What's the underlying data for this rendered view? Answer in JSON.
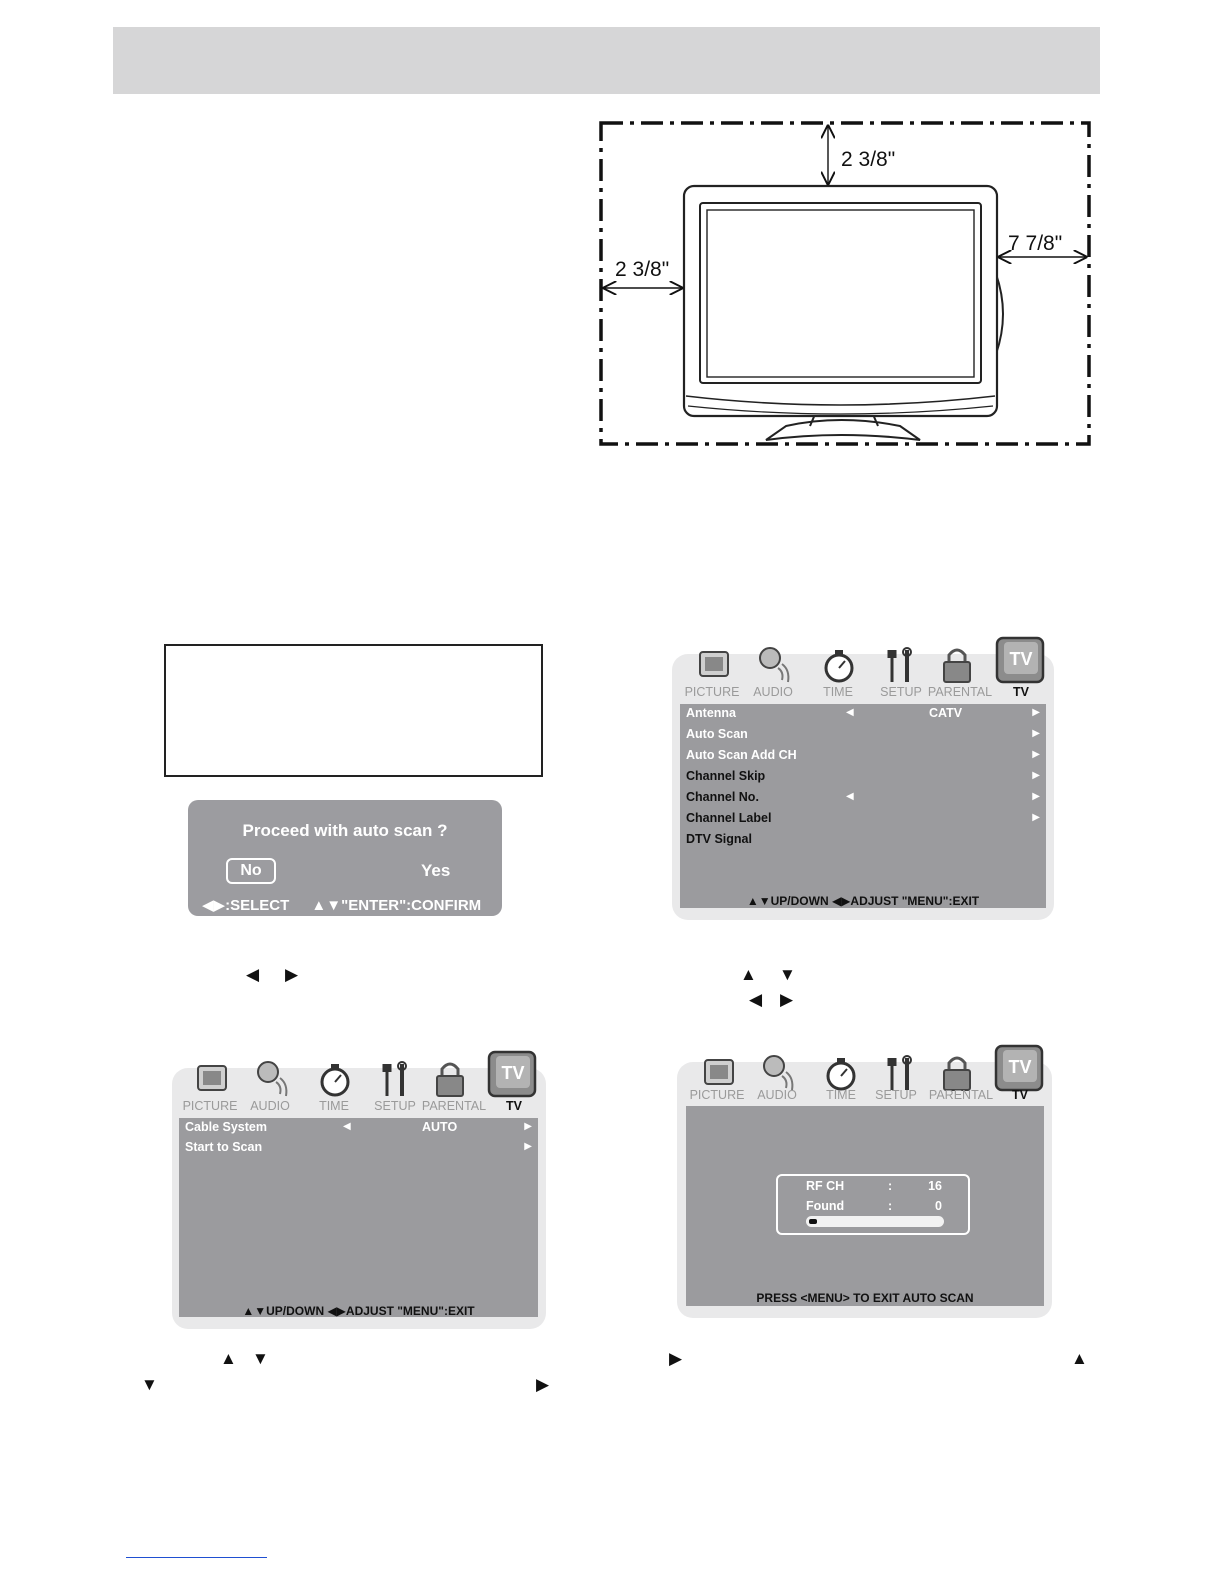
{
  "clearance": {
    "top": "2  3/8\"",
    "left": "2  3/8\"",
    "right": "7  7/8\""
  },
  "confirm_dialog": {
    "question": "Proceed with auto scan ?",
    "option_no": "No",
    "option_yes": "Yes",
    "hint_select": "◀▶:SELECT",
    "hint_confirm": "▲▼\"ENTER\":CONFIRM",
    "selected": "No"
  },
  "menu_tabs": [
    "PICTURE",
    "AUDIO",
    "TIME",
    "SETUP",
    "PARENTAL",
    "TV"
  ],
  "menu_tv_icon_text": "TV",
  "active_tab": "TV",
  "tv_menu": {
    "rows": [
      {
        "label": "Antenna",
        "left_arrow": "◀",
        "value": "CATV",
        "right_arrow": "▶"
      },
      {
        "label": "Auto Scan",
        "left_arrow": "",
        "value": "",
        "right_arrow": "▶"
      },
      {
        "label": "Auto Scan Add CH",
        "left_arrow": "",
        "value": "",
        "right_arrow": "▶"
      },
      {
        "label": "Channel Skip",
        "left_arrow": "",
        "value": "",
        "right_arrow": "▶"
      },
      {
        "label": "Channel No.",
        "left_arrow": "◀",
        "value": "",
        "right_arrow": "▶"
      },
      {
        "label": "Channel Label",
        "left_arrow": "",
        "value": "",
        "right_arrow": "▶"
      },
      {
        "label": "DTV Signal",
        "left_arrow": "",
        "value": "",
        "right_arrow": ""
      }
    ],
    "footer": "▲▼UP/DOWN  ◀▶ADJUST  \"MENU\":EXIT"
  },
  "cable_menu": {
    "rows": [
      {
        "label": "Cable System",
        "left_arrow": "◀",
        "value": "AUTO",
        "right_arrow": "▶"
      },
      {
        "label": "Start to Scan",
        "left_arrow": "",
        "value": "",
        "right_arrow": "▶"
      }
    ],
    "footer": "▲▼UP/DOWN  ◀▶ADJUST  \"MENU\":EXIT"
  },
  "scan_menu": {
    "rf_ch_label": "RF CH",
    "rf_ch_value": "16",
    "found_label": "Found",
    "found_value": "0",
    "separator": ":",
    "progress": 0.06,
    "footer": "PRESS <MENU> TO EXIT AUTO SCAN"
  },
  "inline_arrows": {
    "left": "◀",
    "right": "▶",
    "up": "▲",
    "down": "▼"
  }
}
